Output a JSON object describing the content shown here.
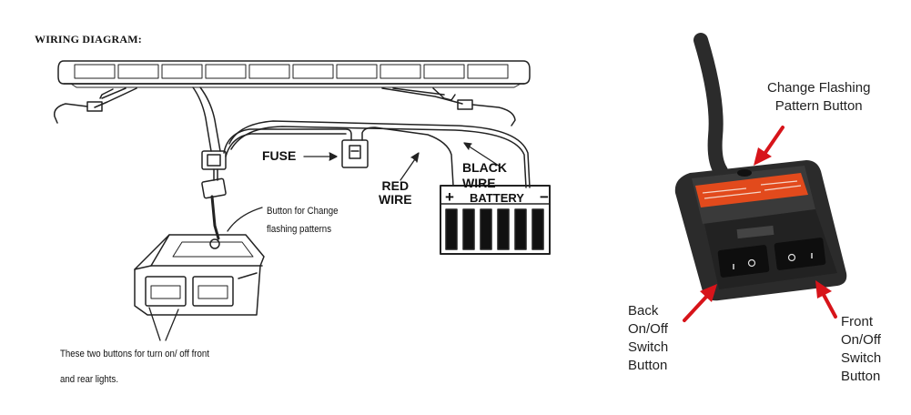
{
  "left_diagram": {
    "title": "WIRING DIAGRAM:",
    "fuse_label": "FUSE",
    "red_wire_label": [
      "RED",
      "WIRE"
    ],
    "black_wire_label": [
      "BLACK",
      "WIRE"
    ],
    "battery_label": "BATTERY",
    "battery_plus": "+",
    "battery_minus": "−",
    "button_note": [
      "Button for Change",
      "flashing patterns"
    ],
    "two_buttons_note": [
      "These two buttons for turn on/ off front",
      "and rear lights."
    ]
  },
  "right_photo": {
    "change_label": [
      "Change Flashing",
      "Pattern Button"
    ],
    "back_label": [
      "Back",
      "On/Off",
      "Switch",
      "Button"
    ],
    "front_label": [
      "Front",
      "On/Off",
      "Switch",
      "Button"
    ],
    "arrow_color": "#d7141a",
    "housing_color": "#2b2b2b",
    "sticker_color": "#e24a1c"
  }
}
